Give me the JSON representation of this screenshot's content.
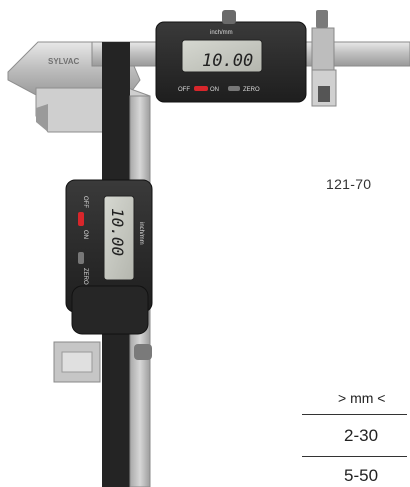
{
  "product": {
    "model_number": "121-70",
    "brand_mark": "SYLVAC",
    "top_display": {
      "unit_label": "inch/mm",
      "reading": "10.00",
      "off_label": "OFF",
      "on_label": "ON",
      "zero_label": "ZERO"
    },
    "vertical_display": {
      "unit_label": "inch/mm",
      "reading": "10.00",
      "off_label": "OFF",
      "on_label": "ON",
      "zero_label": "ZERO"
    }
  },
  "specs": {
    "header": "> mm <",
    "ranges": [
      "2-30",
      "5-50"
    ]
  },
  "colors": {
    "body_dark": "#2a2a2a",
    "lcd": "#c9cbc4",
    "steel": "#c8c8c8",
    "on_indicator": "#d8262b"
  }
}
